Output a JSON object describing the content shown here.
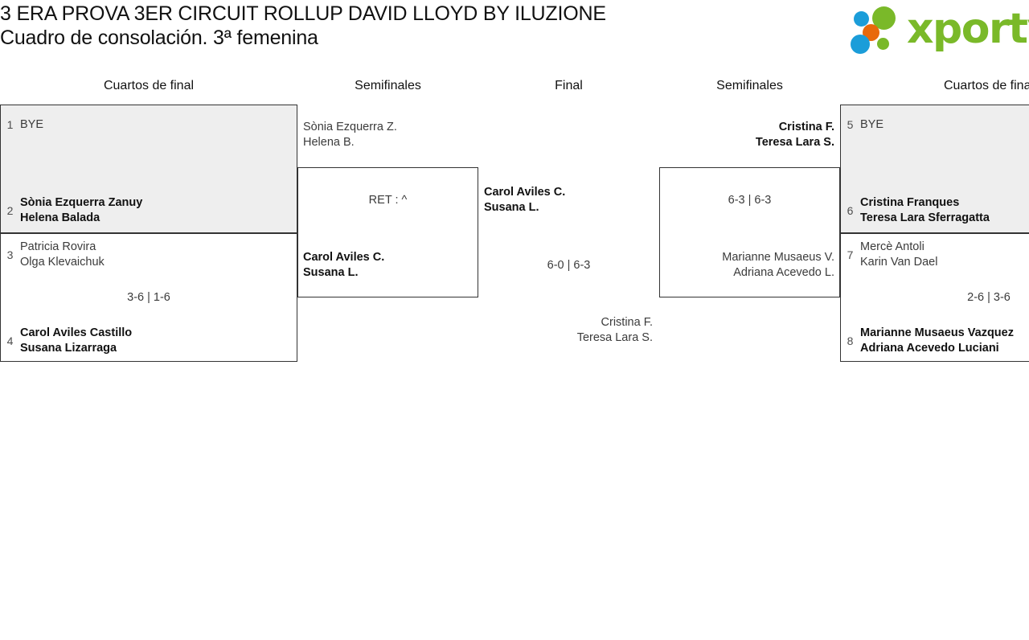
{
  "header": {
    "title": "3 ERA PROVA 3ER CIRCUIT ROLLUP DAVID LLOYD BY ILUZIONE",
    "subtitle": "Cuadro de consolación. 3ª femenina",
    "logo_text": "xporty",
    "logo_colors": {
      "green": "#7ab929",
      "blue": "#1b9dd9",
      "orange": "#e8690b"
    }
  },
  "round_headers": [
    {
      "label": "Cuartos de final"
    },
    {
      "label": "Semifinales"
    },
    {
      "label": "Final"
    },
    {
      "label": "Semifinales"
    },
    {
      "label": "Cuartos de final"
    }
  ],
  "matches": {
    "left_qf_top": {
      "top": {
        "seed": "1",
        "lines": [
          "BYE"
        ],
        "winner": false
      },
      "bottom": {
        "seed": "2",
        "lines": [
          "Sònia Ezquerra Zanuy",
          "Helena Balada"
        ],
        "winner": true
      },
      "score": ""
    },
    "left_qf_bottom": {
      "top": {
        "seed": "3",
        "lines": [
          "Patricia Rovira",
          "Olga Klevaichuk"
        ],
        "winner": false
      },
      "bottom": {
        "seed": "4",
        "lines": [
          "Carol Aviles Castillo",
          "Susana Lizarraga"
        ],
        "winner": true
      },
      "score": "3-6 | 1-6"
    },
    "left_sf": {
      "top": {
        "seed": "",
        "lines": [
          "Sònia Ezquerra Z.",
          "Helena B."
        ],
        "winner": false
      },
      "bottom": {
        "seed": "",
        "lines": [
          "Carol Aviles C.",
          "Susana L."
        ],
        "winner": true
      },
      "score": "RET : ^"
    },
    "final": {
      "top": {
        "seed": "",
        "lines": [
          "Carol Aviles C.",
          "Susana L."
        ],
        "winner": true
      },
      "bottom": {
        "seed": "",
        "lines": [
          "Cristina F.",
          "Teresa Lara S."
        ],
        "winner": false
      },
      "score": "6-0 | 6-3"
    },
    "right_sf": {
      "top": {
        "seed": "",
        "lines": [
          "Cristina F.",
          "Teresa Lara S."
        ],
        "winner": true
      },
      "bottom": {
        "seed": "",
        "lines": [
          "Marianne Musaeus V.",
          "Adriana Acevedo L."
        ],
        "winner": false
      },
      "score": "6-3 | 6-3"
    },
    "right_qf_top": {
      "top": {
        "seed": "5",
        "lines": [
          "BYE"
        ],
        "winner": false
      },
      "bottom": {
        "seed": "6",
        "lines": [
          "Cristina Franques",
          "Teresa Lara Sferragatta"
        ],
        "winner": true
      },
      "score": ""
    },
    "right_qf_bottom": {
      "top": {
        "seed": "7",
        "lines": [
          "Mercè Antoli",
          "Karin Van Dael"
        ],
        "winner": false
      },
      "bottom": {
        "seed": "8",
        "lines": [
          "Marianne Musaeus Vazquez",
          "Adriana Acevedo Luciani"
        ],
        "winner": true
      },
      "score": "2-6 | 3-6"
    }
  }
}
